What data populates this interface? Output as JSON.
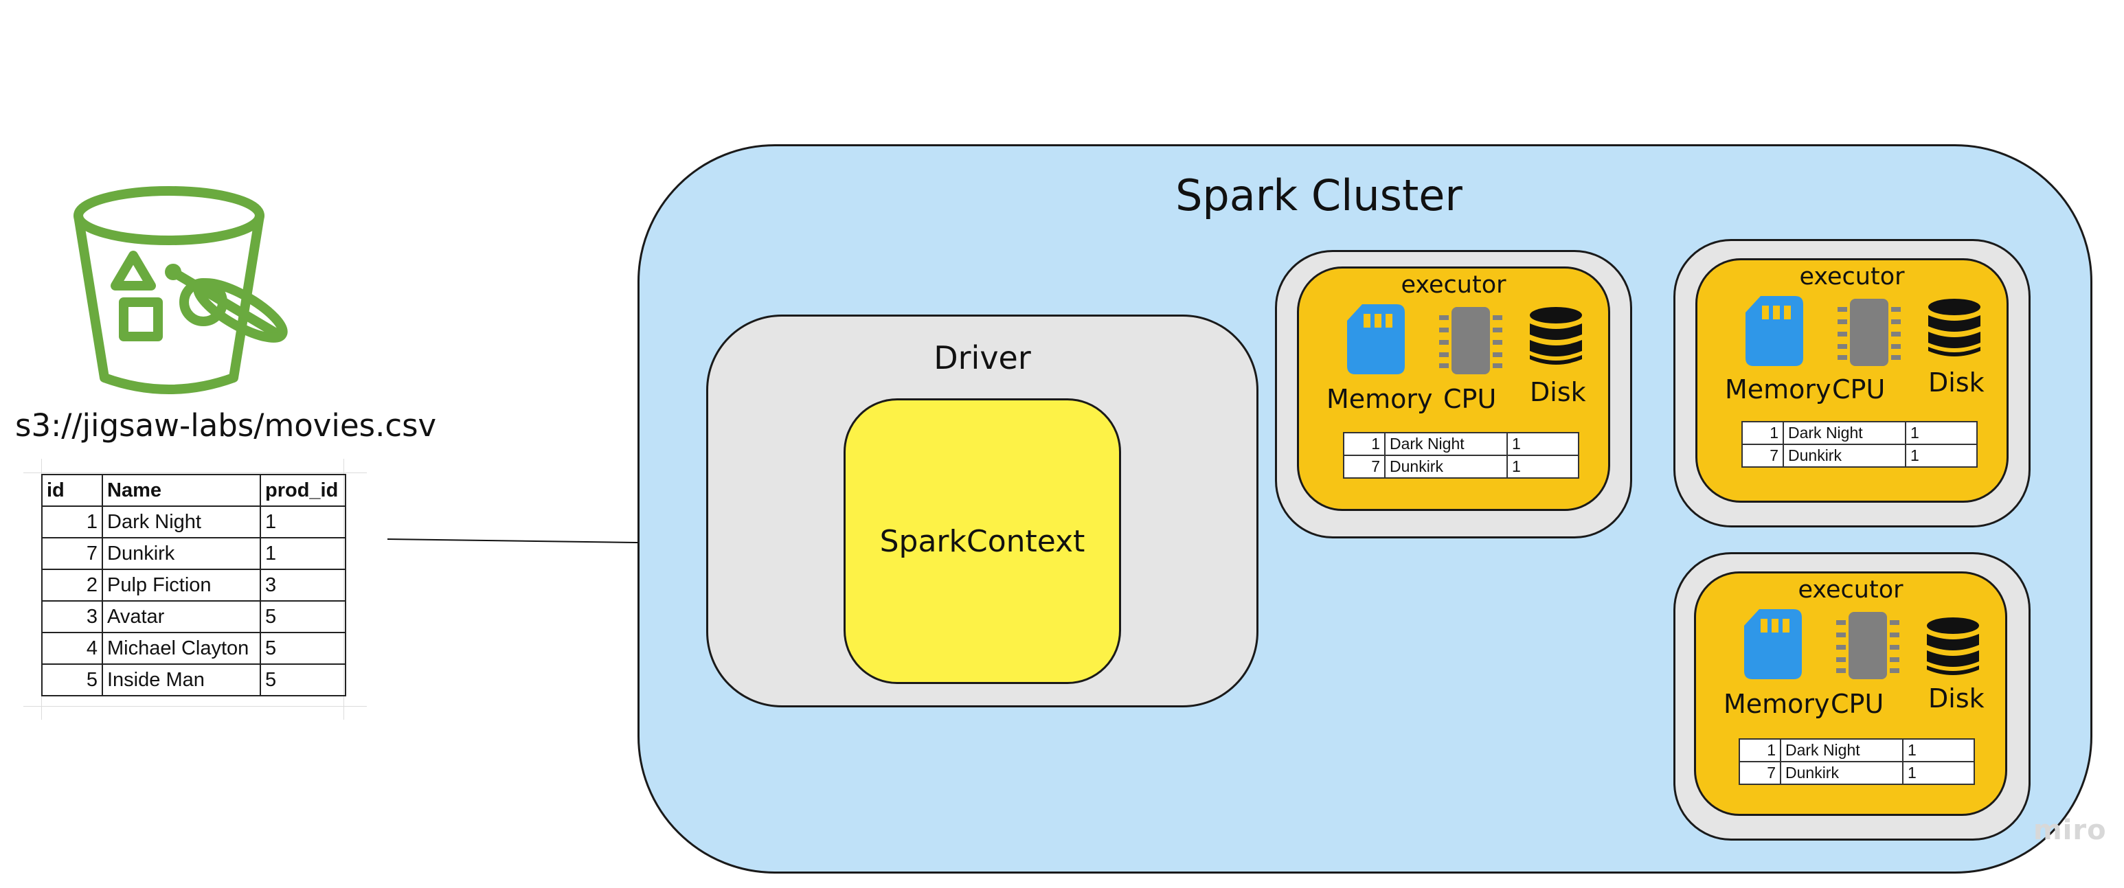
{
  "source": {
    "path": "s3://jigsaw-labs/movies.csv",
    "icon": "s3-bucket-icon",
    "table": {
      "headers": [
        "id",
        "Name",
        "prod_id"
      ],
      "rows": [
        [
          "1",
          "Dark Night",
          "1"
        ],
        [
          "7",
          "Dunkirk",
          "1"
        ],
        [
          "2",
          "Pulp Fiction",
          "3"
        ],
        [
          "3",
          "Avatar",
          "5"
        ],
        [
          "4",
          "Michael Clayton",
          "5"
        ],
        [
          "5",
          "Inside Man",
          "5"
        ]
      ]
    }
  },
  "cluster": {
    "title": "Spark Cluster",
    "driver": {
      "label": "Driver",
      "context": "SparkContext"
    },
    "executors": [
      {
        "title": "executor",
        "resources": {
          "memory": "Memory",
          "cpu": "CPU",
          "disk": "Disk"
        },
        "rows": [
          [
            "1",
            "Dark Night",
            "1"
          ],
          [
            "7",
            "Dunkirk",
            "1"
          ]
        ]
      },
      {
        "title": "executor",
        "resources": {
          "memory": "Memory",
          "cpu": "CPU",
          "disk": "Disk"
        },
        "rows": [
          [
            "1",
            "Dark Night",
            "1"
          ],
          [
            "7",
            "Dunkirk",
            "1"
          ]
        ]
      },
      {
        "title": "executor",
        "resources": {
          "memory": "Memory",
          "cpu": "CPU",
          "disk": "Disk"
        },
        "rows": [
          [
            "1",
            "Dark Night",
            "1"
          ],
          [
            "7",
            "Dunkirk",
            "1"
          ]
        ]
      }
    ]
  },
  "watermark": "miro",
  "colors": {
    "bucket": "#6aaa3f",
    "cluster_bg": "#bfe1f8",
    "driver_bg": "#e5e5e5",
    "context_bg": "#fdf247",
    "executor_bg": "#f7c415",
    "memory_icon": "#2f97e8",
    "cpu_icon": "#7f7f7f",
    "disk_icon": "#111111"
  }
}
